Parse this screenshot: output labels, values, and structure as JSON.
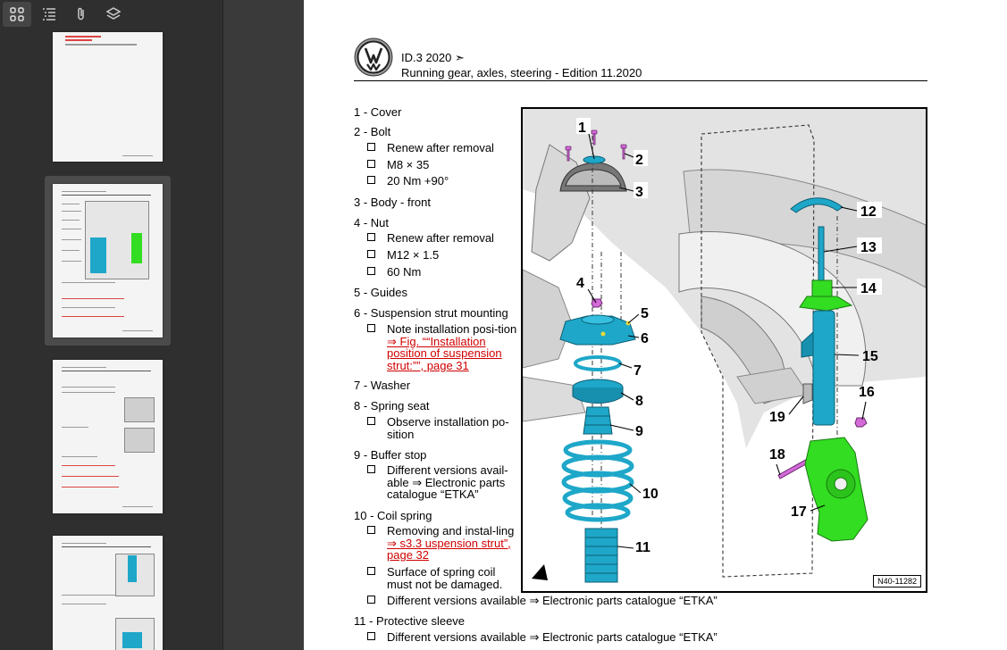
{
  "sidebar": {
    "toolbar": [
      {
        "name": "thumbnails-view-icon",
        "active": true
      },
      {
        "name": "outline-view-icon",
        "active": false
      },
      {
        "name": "attachments-icon",
        "active": false
      },
      {
        "name": "layers-icon",
        "active": false
      }
    ]
  },
  "header": {
    "model": "ID.3 2020 ➣",
    "subtitle": "Running gear, axles, steering - Edition 11.2020"
  },
  "items": [
    {
      "label": "1 - Cover",
      "subs": []
    },
    {
      "label": "2 - Bolt",
      "subs": [
        "Renew after removal",
        "M8 × 35",
        "20 Nm +90°"
      ]
    },
    {
      "label": "3 - Body - front",
      "subs": []
    },
    {
      "label": "4 - Nut",
      "subs": [
        "Renew after removal",
        "M12 × 1.5",
        "60 Nm"
      ]
    },
    {
      "label": "5 - Guides",
      "subs": []
    },
    {
      "label": "6 - Suspension strut mounting",
      "subs": []
    },
    {
      "label": "7 - Washer",
      "subs": []
    },
    {
      "label": "8 - Spring seat",
      "subs": [
        "Observe installation po-sition"
      ]
    },
    {
      "label": "9 - Buffer stop",
      "subs": [
        "Different versions avail-able ⇒ Electronic parts catalogue “ETKA”"
      ]
    },
    {
      "label": "10 - Coil spring",
      "subs": []
    },
    {
      "label": "11 - Protective sleeve",
      "subs": [
        "Different versions available ⇒ Electronic parts catalogue “ETKA”"
      ]
    }
  ],
  "item6_note": {
    "prefix": "Note installation posi-tion ",
    "link": "⇒ Fig. ““Installation position of suspension strut:””, page 31"
  },
  "item10_notes": {
    "removing_prefix": "Removing and instal-ling ",
    "removing_link": "⇒ s3.3 uspension strut”, page 32",
    "surface": "Surface of spring coil must not be damaged.",
    "versions": "Different versions available ⇒ Electronic parts catalogue “ETKA”"
  },
  "figure": {
    "ref": "N40-11282",
    "callouts": [
      "1",
      "2",
      "3",
      "4",
      "5",
      "6",
      "7",
      "8",
      "9",
      "10",
      "11",
      "12",
      "13",
      "14",
      "15",
      "16",
      "17",
      "18",
      "19"
    ]
  },
  "colors": {
    "cyan_part": "#1ea7c9",
    "green_part": "#33dd22",
    "magenta_bolt": "#d36ad8",
    "link_red": "#d00000"
  }
}
